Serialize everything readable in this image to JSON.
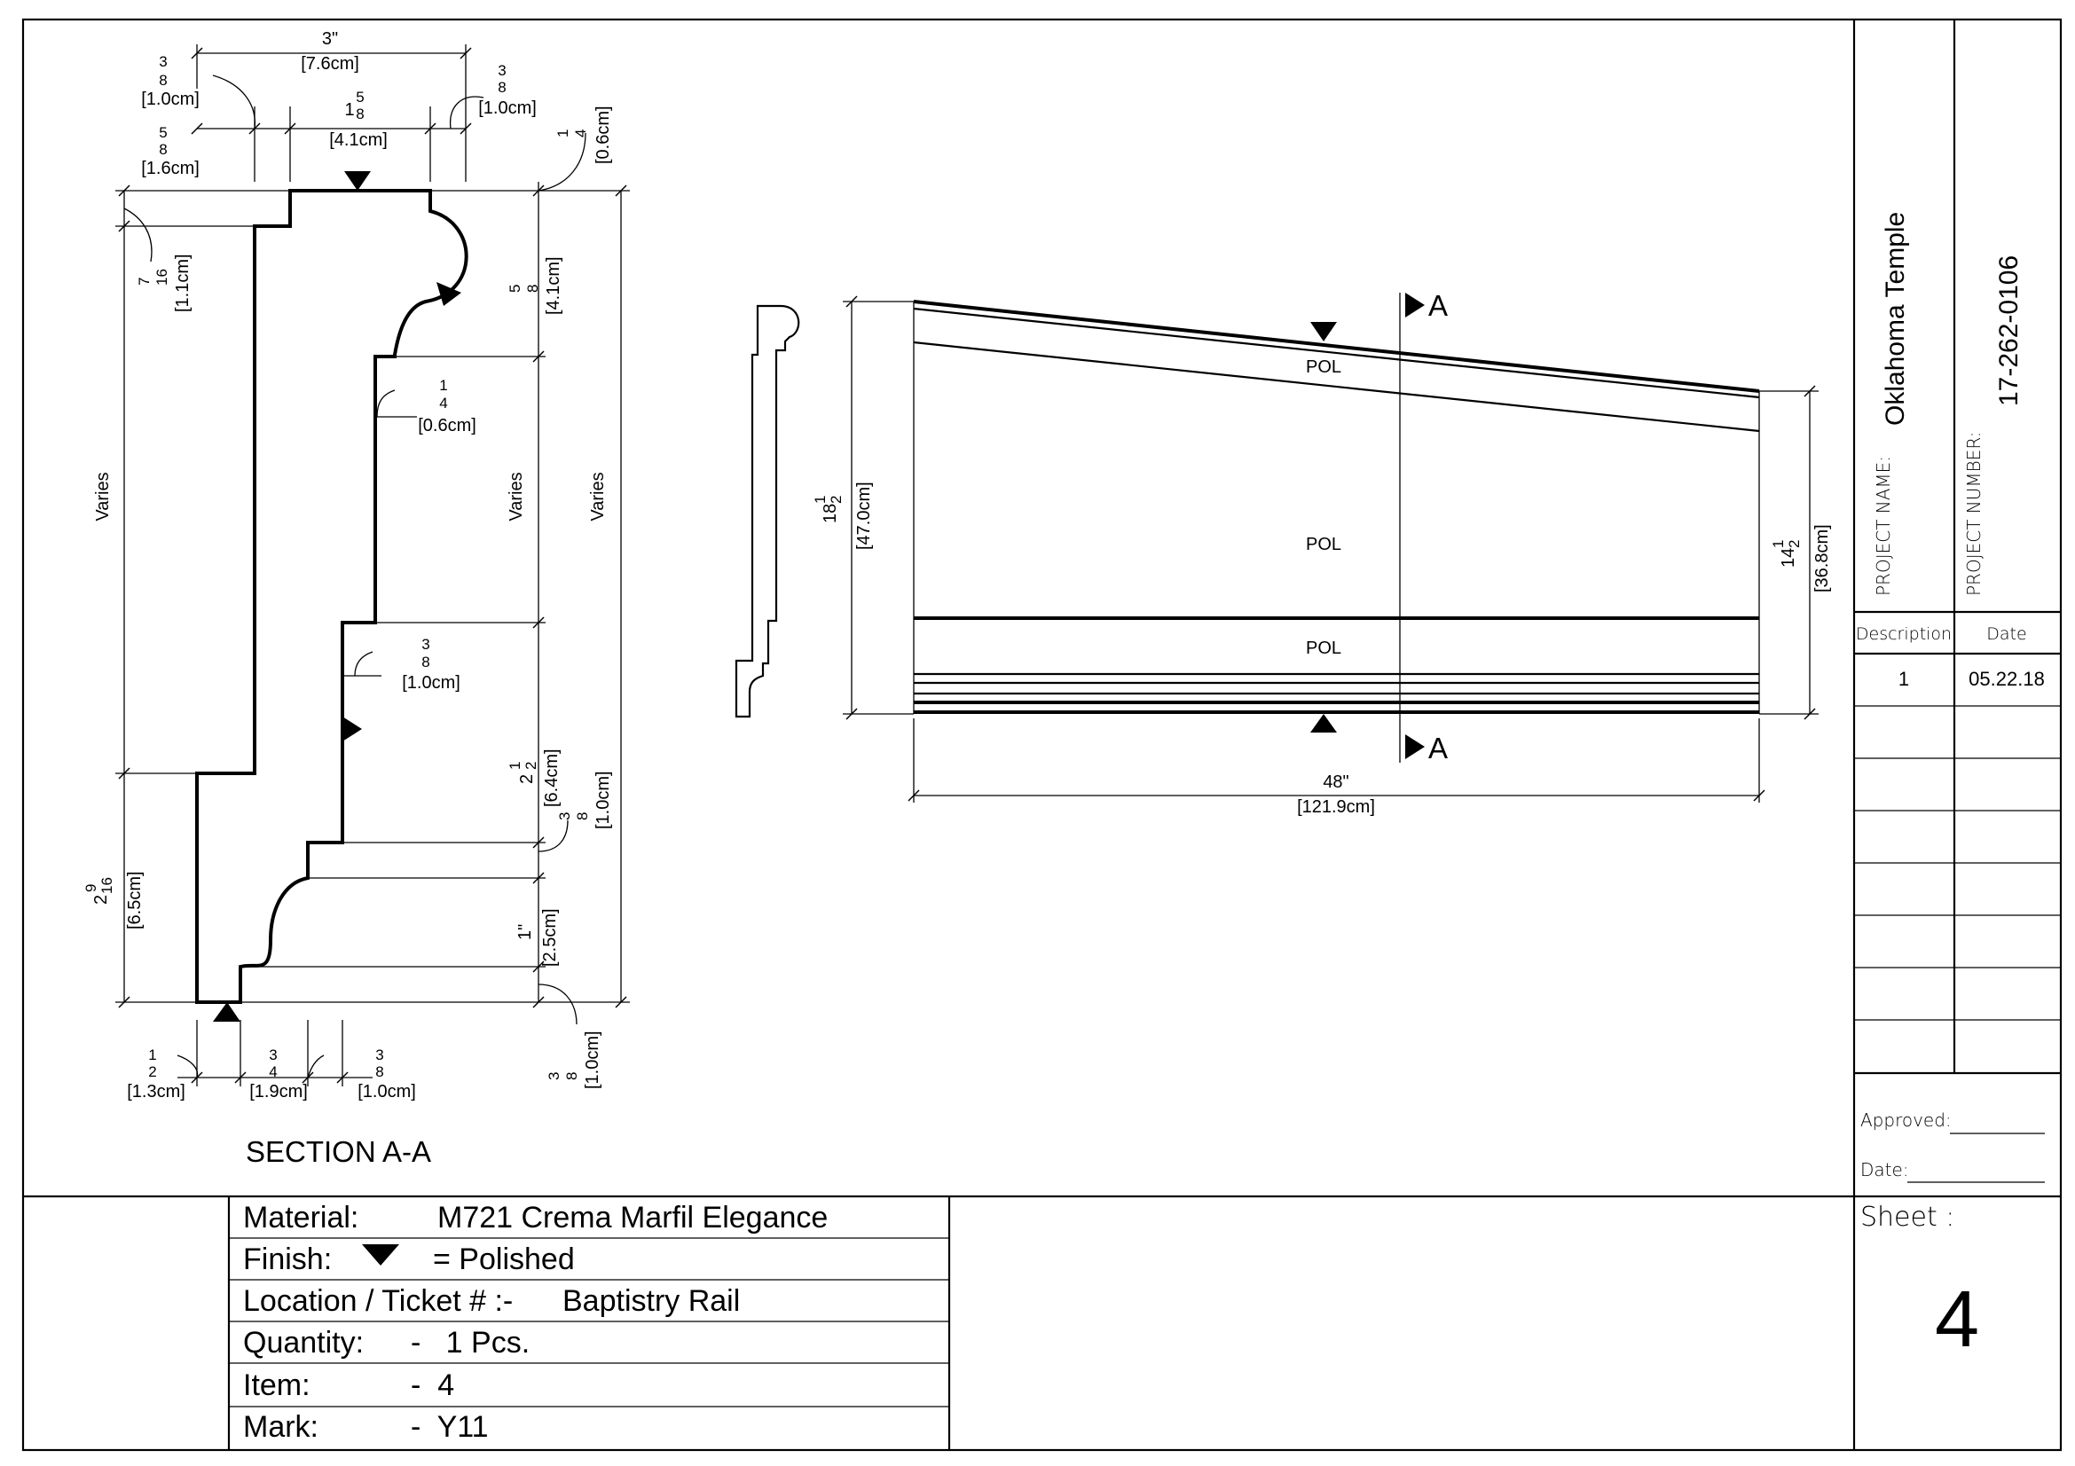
{
  "section_title": "SECTION A-A",
  "section_marker": "A",
  "finish_code": "POL",
  "varies": "Varies",
  "section_dims": {
    "top_overall": {
      "frac": "3\"",
      "cm": "[7.6cm]"
    },
    "top_left_a": {
      "num": "3",
      "den": "8",
      "cm": "[1.0cm]"
    },
    "top_left_b": {
      "num": "5",
      "den": "8",
      "cm": "[1.6cm]"
    },
    "top_mid": {
      "whole": "1",
      "num": "5",
      "den": "8",
      "cm": "[4.1cm]"
    },
    "top_right": {
      "num": "3",
      "den": "8",
      "cm": "[1.0cm]"
    },
    "right_top": {
      "num": "1",
      "den": "4",
      "cm": "[0.6cm]"
    },
    "left_upper": {
      "num": "7",
      "den": "16",
      "cm": "[1.1cm]"
    },
    "right_cove": {
      "num": "5",
      "den": "8",
      "cm": "[4.1cm]"
    },
    "step_quarter": {
      "num": "1",
      "den": "4",
      "cm": "[0.6cm]"
    },
    "step_eighth": {
      "num": "3",
      "den": "8",
      "cm": "[1.0cm]"
    },
    "right_mid": {
      "whole": "2",
      "num": "1",
      "den": "2",
      "cm": "[6.4cm]"
    },
    "right_low": {
      "num": "3",
      "den": "8",
      "cm": "[1.0cm]"
    },
    "right_base": {
      "num": "1\"",
      "cm": "[2.5cm]"
    },
    "right_bottom": {
      "num": "3",
      "den": "8",
      "cm": "[1.0cm]"
    },
    "left_lower": {
      "whole": "2",
      "num": "9",
      "den": "16",
      "cm": "[6.5cm]"
    },
    "bot_a": {
      "num": "1",
      "den": "2",
      "cm": "[1.3cm]"
    },
    "bot_b": {
      "num": "3",
      "den": "4",
      "cm": "[1.9cm]"
    },
    "bot_c": {
      "num": "3",
      "den": "8",
      "cm": "[1.0cm]"
    }
  },
  "elevation_dims": {
    "height_left": {
      "whole": "18",
      "num": "1",
      "den": "2",
      "cm": "[47.0cm]"
    },
    "height_right": {
      "whole": "14",
      "num": "1",
      "den": "2",
      "cm": "[36.8cm]"
    },
    "length": {
      "frac": "48\"",
      "cm": "[121.9cm]"
    }
  },
  "title_block": {
    "project_name_label": "PROJECT NAME:",
    "project_name": "Oklahoma Temple",
    "project_number_label": "PROJECT NUMBER:",
    "project_number": "17-262-0106",
    "rev_headers": [
      "Description",
      "Date"
    ],
    "rev_rows": [
      {
        "description": "1",
        "date": "05.22.18"
      },
      {
        "description": "",
        "date": ""
      },
      {
        "description": "",
        "date": ""
      },
      {
        "description": "",
        "date": ""
      },
      {
        "description": "",
        "date": ""
      },
      {
        "description": "",
        "date": ""
      },
      {
        "description": "",
        "date": ""
      },
      {
        "description": "",
        "date": ""
      }
    ],
    "approved_label": "Approved:",
    "date_label": "Date:",
    "sheet_label": "Sheet :",
    "sheet_number": "4"
  },
  "spec_table": {
    "material_label": "Material:",
    "material_value": "M721 Crema Marfil Elegance",
    "finish_label": "Finish:",
    "finish_value": "= Polished",
    "location_label": "Location / Ticket # :-",
    "location_value": "Baptistry Rail",
    "quantity_label": "Quantity:",
    "quantity_value": "-   1 Pcs.",
    "item_label": "Item:",
    "item_value": "-  4",
    "mark_label": "Mark:",
    "mark_value": "-  Y11"
  }
}
